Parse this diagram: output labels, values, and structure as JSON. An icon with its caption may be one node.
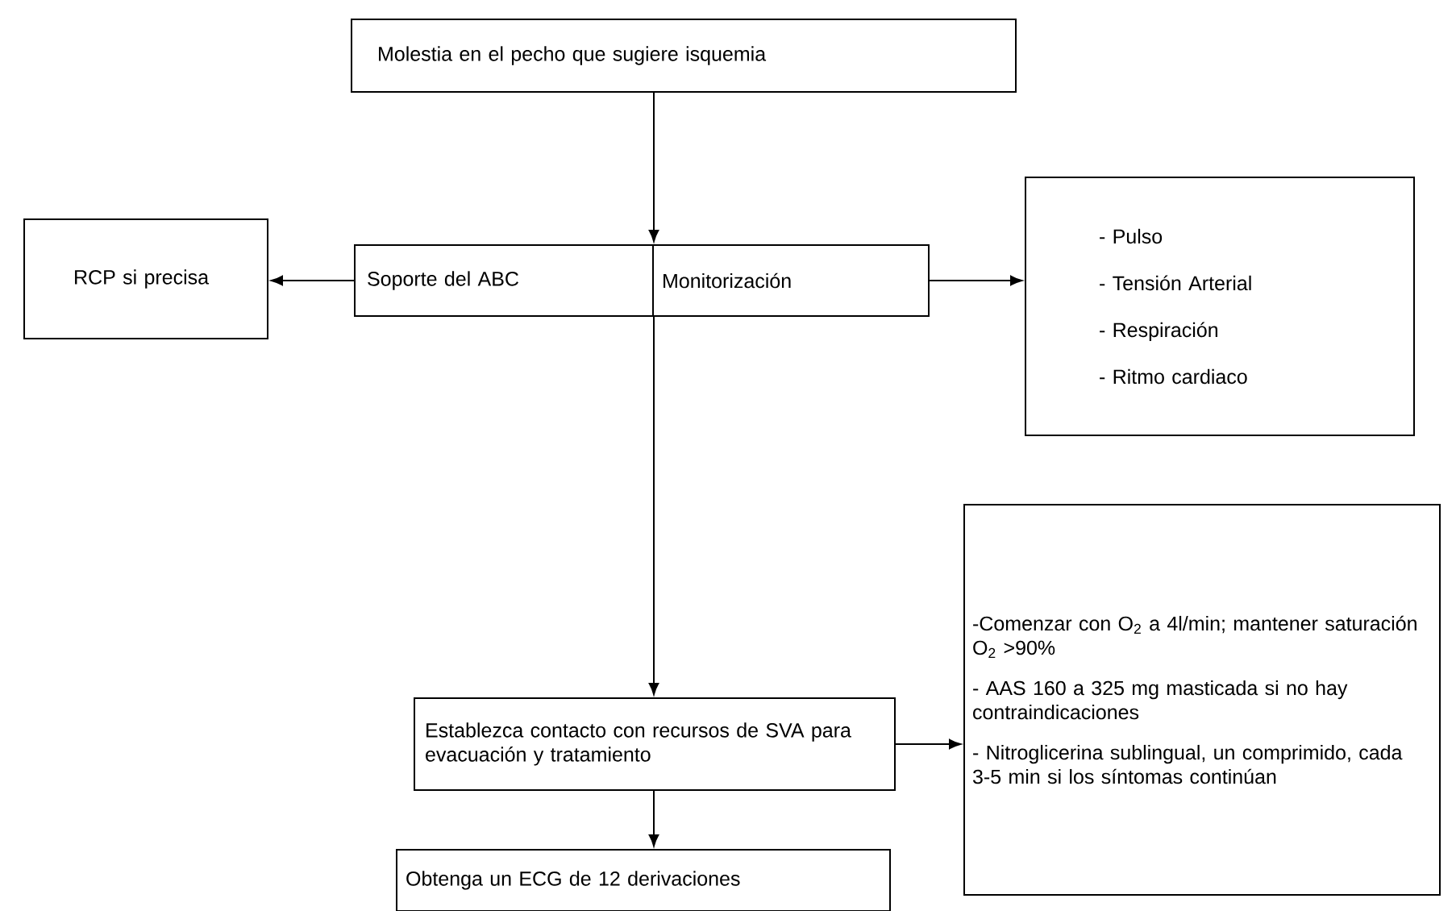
{
  "diagram": {
    "nodes": [
      {
        "text": [
          "Molestia en el pecho que sugiere isquemia"
        ]
      },
      {
        "text": [
          "Soporte del ABC"
        ]
      },
      {
        "text": [
          "Monitorización"
        ]
      },
      {
        "text": [
          "RCP si precisa"
        ]
      },
      {
        "text": [
          "- Pulso",
          "- Tensión Arterial",
          "- Respiración",
          "- Ritmo cardiaco"
        ]
      },
      {
        "text": [
          "Establezca contacto con recursos de SVA para evacuación y tratamiento"
        ]
      },
      {
        "text": [
          "-Comenzar con O$_{2}$ a 4l/min; mantener saturación O$_{2}$ >90%",
          "- AAS 160 a 325 mg masticada si no hay contraindicaciones",
          "- Nitroglicerina sublingual, un comprimido, cada 3-5 min si los síntomas continúan"
        ]
      },
      {
        "text": [
          "Obtenga un ECG de 12 derivaciones"
        ]
      }
    ],
    "edges": [
      {
        "from": 0,
        "to": 1,
        "arrow": "to"
      },
      {
        "from": 1,
        "to": 3,
        "arrow": "to"
      },
      {
        "from": 2,
        "to": 4,
        "arrow": "to"
      },
      {
        "from": 1,
        "to": 5,
        "arrow": "to"
      },
      {
        "from": 5,
        "to": 6,
        "arrow": "to"
      },
      {
        "from": 5,
        "to": 7,
        "arrow": "to"
      }
    ]
  }
}
